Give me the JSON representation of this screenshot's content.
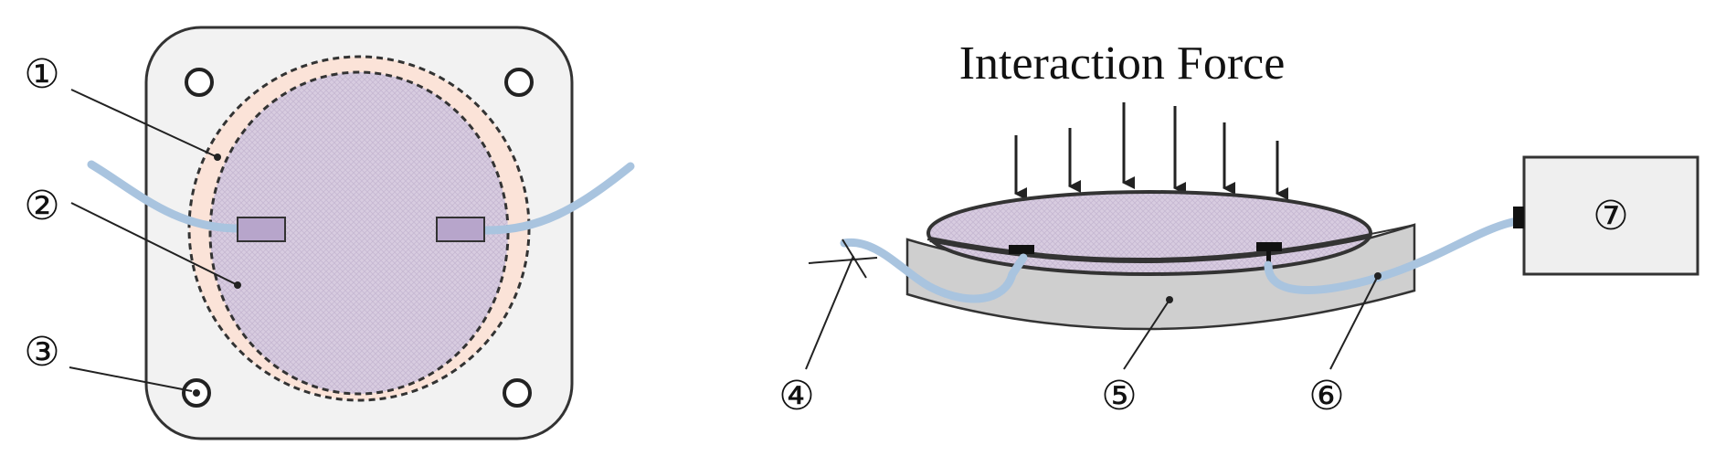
{
  "diagram": {
    "title": "Interaction Force",
    "labels": {
      "l1": "①",
      "l2": "②",
      "l3": "③",
      "l4": "④",
      "l5": "⑤",
      "l6": "⑥",
      "l7": "⑦"
    },
    "colors": {
      "outline": "#333333",
      "plate_fill": "#f2f2f2",
      "ring_fill": "#fbe3d8",
      "membrane_fill": "#d8cce0",
      "sensor_fill": "#b7a5cb",
      "fiber": "#a9c4df",
      "base_fill": "#cfcfcf",
      "box_fill": "#efefef"
    }
  }
}
